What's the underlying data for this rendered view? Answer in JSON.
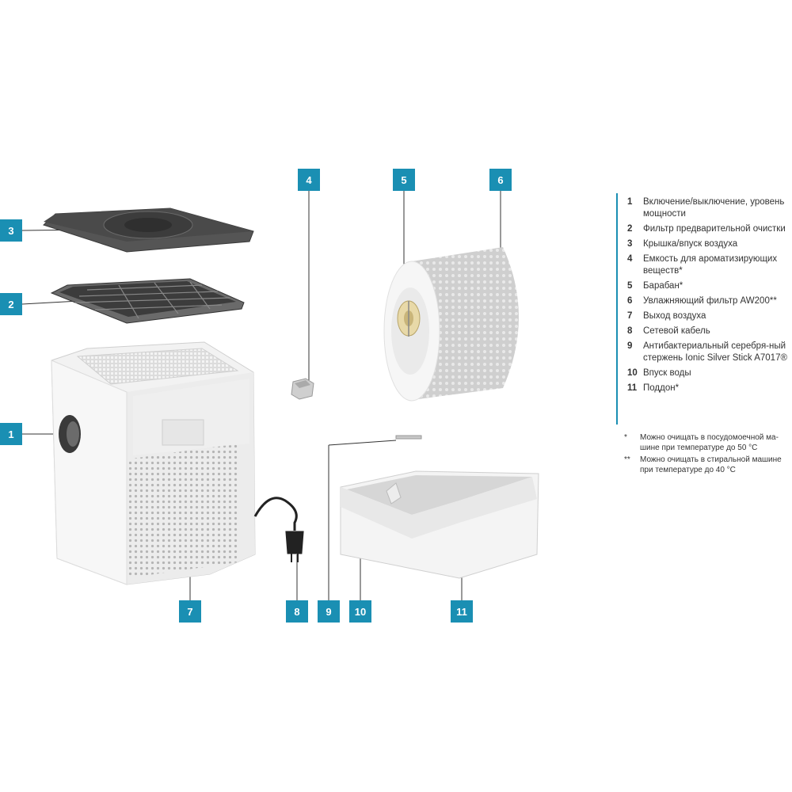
{
  "callouts": [
    "1",
    "2",
    "3",
    "4",
    "5",
    "6",
    "7",
    "8",
    "9",
    "10",
    "11"
  ],
  "legend": [
    {
      "num": "1",
      "text": "Включение/выключение, уровень мощности"
    },
    {
      "num": "2",
      "text": "Фильтр предварительной очистки"
    },
    {
      "num": "3",
      "text": "Крышка/впуск воздуха"
    },
    {
      "num": "4",
      "text": "Емкость для ароматизирующих веществ*"
    },
    {
      "num": "5",
      "text": "Барабан*"
    },
    {
      "num": "6",
      "text": "Увлажняющий фильтр AW200**"
    },
    {
      "num": "7",
      "text": "Выход воздуха"
    },
    {
      "num": "8",
      "text": "Сетевой кабель"
    },
    {
      "num": "9",
      "text": "Антибактериальный серебря-ный стержень Ionic Silver Stick A7017®"
    },
    {
      "num": "10",
      "text": "Впуск воды"
    },
    {
      "num": "11",
      "text": "Поддон*"
    }
  ],
  "notes": [
    {
      "mark": "*",
      "text": "Можно очищать в посудомоечной ма-шине при температуре до 50 °C"
    },
    {
      "mark": "**",
      "text": "Можно очищать в стиральной машине при температуре до 40 °C"
    }
  ],
  "colors": {
    "accent": "#1a8fb3"
  }
}
